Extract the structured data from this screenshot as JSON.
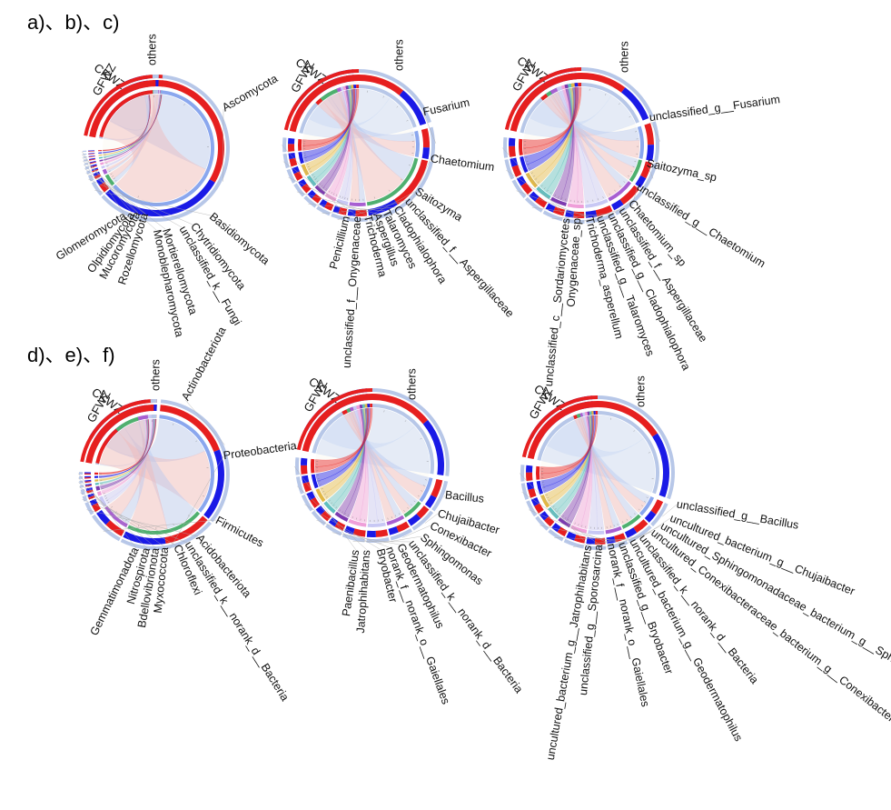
{
  "panel_labels": {
    "top": "a)、b)、c)",
    "bottom": "d)、e)、f)"
  },
  "colors": {
    "CKWZ": "#1a1ae6",
    "GFWZ": "#e61f1f",
    "others": "#b7c7e8",
    "outer_track": "#b7c7e8",
    "inner_track": "#6f8fdc",
    "slot_colors": [
      "#1a1ae6",
      "#e61f1f",
      "#4a7fd8",
      "#f08a8a",
      "#e05a5a",
      "#8aa7ee",
      "#4fb06f",
      "#a85fd1",
      "#c8c8f4",
      "#ef9fd9",
      "#7c3ab0",
      "#5fbfbf",
      "#e2b845"
    ]
  },
  "chart_data": [
    {
      "id": "a",
      "type": "chord",
      "samples": [
        "CKWZ",
        "GFWZ"
      ],
      "taxa": [
        "others",
        "Ascomycota",
        "Basidiomycota",
        "Chytridiomycota",
        "unclassified_k__Fungi",
        "Mortierellomycota",
        "Monoblepharomycota",
        "Rozellomycota",
        "Mucoromycota",
        "Olpidiomycota",
        "Glomeromycota"
      ],
      "values": {
        "CKWZ": [
          1,
          45,
          2,
          1,
          0.5,
          0.5,
          0.3,
          0.3,
          0.2,
          0.2,
          0.2
        ],
        "GFWZ": [
          1,
          48,
          3,
          1,
          0.5,
          0.4,
          0.3,
          0.3,
          0.2,
          0.2,
          0.2
        ]
      }
    },
    {
      "id": "b",
      "type": "chord",
      "samples": [
        "CKWZ",
        "GFWZ"
      ],
      "taxa": [
        "others",
        "Fusarium",
        "Chaetomium",
        "Saitozyma",
        "unclassified_f__Aspergillaceae",
        "Cladophialophora",
        "Talaromyces",
        "Aspergillus",
        "Trichoderma",
        "unclassified_f__Onygenaceae",
        "Penicillium"
      ],
      "values": {
        "CKWZ": [
          22,
          3,
          8,
          2,
          1.5,
          1.5,
          1.5,
          1.5,
          1.5,
          1.5,
          1.5
        ],
        "GFWZ": [
          26,
          5,
          14,
          3,
          2,
          2,
          2,
          2,
          2,
          2,
          2
        ]
      }
    },
    {
      "id": "c",
      "type": "chord",
      "samples": [
        "CKWZ",
        "GFWZ"
      ],
      "taxa": [
        "others",
        "unclassified_g__Fusarium",
        "Saitozyma_sp",
        "unclassified_g__Chaetomium",
        "Chaetomium_sp",
        "unclassified_f__Aspergillaceae",
        "unclassified_g__Cladophialophora",
        "unclassified_g__Talaromyces",
        "Trichoderma_asperellum",
        "Onygenaceae_sp",
        "unclassified_c__Sordariomycetes"
      ],
      "values": {
        "CKWZ": [
          20,
          3,
          2,
          2,
          2,
          1.5,
          1.5,
          1.5,
          1.5,
          1.5,
          1.5
        ],
        "GFWZ": [
          24,
          4,
          3,
          4,
          3,
          2,
          2,
          2,
          2,
          2,
          2
        ]
      }
    },
    {
      "id": "d",
      "type": "chord",
      "samples": [
        "CKWZ",
        "GFWZ"
      ],
      "taxa": [
        "others",
        "Actinobacteriota",
        "Proteobacteria",
        "Firmicutes",
        "Acidobacteriota",
        "unclassified_k__norank_d__Bacteria",
        "Chloroflexi",
        "Myxococcota",
        "Bdellovibrionota",
        "Nitrospirota",
        "Gemmatimonadota"
      ],
      "values": {
        "CKWZ": [
          1,
          30,
          18,
          6,
          2,
          1,
          1,
          0.5,
          0.5,
          0.5,
          0.5
        ],
        "GFWZ": [
          1,
          32,
          20,
          8,
          3,
          1,
          1,
          0.5,
          0.5,
          0.5,
          0.5
        ]
      }
    },
    {
      "id": "e",
      "type": "chord",
      "samples": [
        "CKWZ",
        "GFWZ"
      ],
      "taxa": [
        "others",
        "Bacillus",
        "Chujaibacter",
        "Conexibacter",
        "Sphingomonas",
        "unclassified_k__norank_d__Bacteria",
        "Geodermatophilus",
        "norank_f__norank_o__Gaiellales",
        "Bryobacter",
        "Jatrophihabitans",
        "Paenibacillus"
      ],
      "values": {
        "CKWZ": [
          28,
          2,
          2,
          1.5,
          1.5,
          1.5,
          1.2,
          1.2,
          1.2,
          1.2,
          1.2
        ],
        "GFWZ": [
          30,
          3,
          2,
          2,
          2,
          2,
          1.5,
          1.5,
          1.5,
          1.5,
          1.5
        ]
      }
    },
    {
      "id": "f",
      "type": "chord",
      "samples": [
        "CKWZ",
        "GFWZ"
      ],
      "taxa": [
        "others",
        "unclassified_g__Bacillus",
        "uncultured_bacterium_g__Chujaibacter",
        "uncultured_Sphingomonadaceae_bacterium_g__Sphingomonas",
        "uncultured_Conexibacteraceae_bacterium_g__Conexibacter",
        "unclassified_k__norank_d__Bacteria",
        "uncultured_bacterium_g__Geodermatophilus",
        "unclassified_g__Bryobacter",
        "norank_f__norank_o__Gaiellales",
        "unclassified_g__Sporosarcina",
        "uncultured_bacterium_g__Jatrophihabitans"
      ],
      "values": {
        "CKWZ": [
          32,
          1.5,
          1.5,
          1.2,
          1.2,
          1.2,
          1,
          1,
          1,
          1,
          1
        ],
        "GFWZ": [
          34,
          2,
          2,
          1.5,
          1.5,
          1.5,
          1.2,
          1.2,
          1.2,
          1.2,
          1.2
        ]
      }
    }
  ]
}
